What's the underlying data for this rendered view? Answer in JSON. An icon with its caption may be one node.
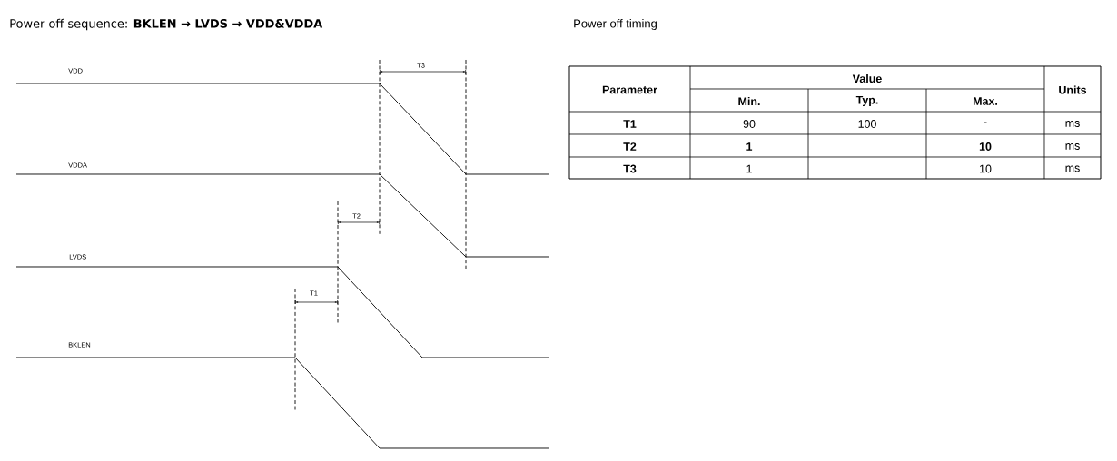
{
  "diagram": {
    "title": "Power off sequence:  **BKLEN → LVDS → VDD&VDDA**",
    "labels": [
      "VDD",
      "T3",
      "VDDA",
      "T2",
      "LVDS",
      "T1",
      "BKLEN",
      "Power off timing",
      "Parameter",
      "Value",
      "Units",
      "Min.",
      "Typ.",
      "Max.",
      "T1",
      "90",
      "100",
      "-",
      "ms",
      "T2",
      "1",
      "10",
      "ms",
      "T3",
      "1",
      "10",
      "ms"
    ]
  }
}
